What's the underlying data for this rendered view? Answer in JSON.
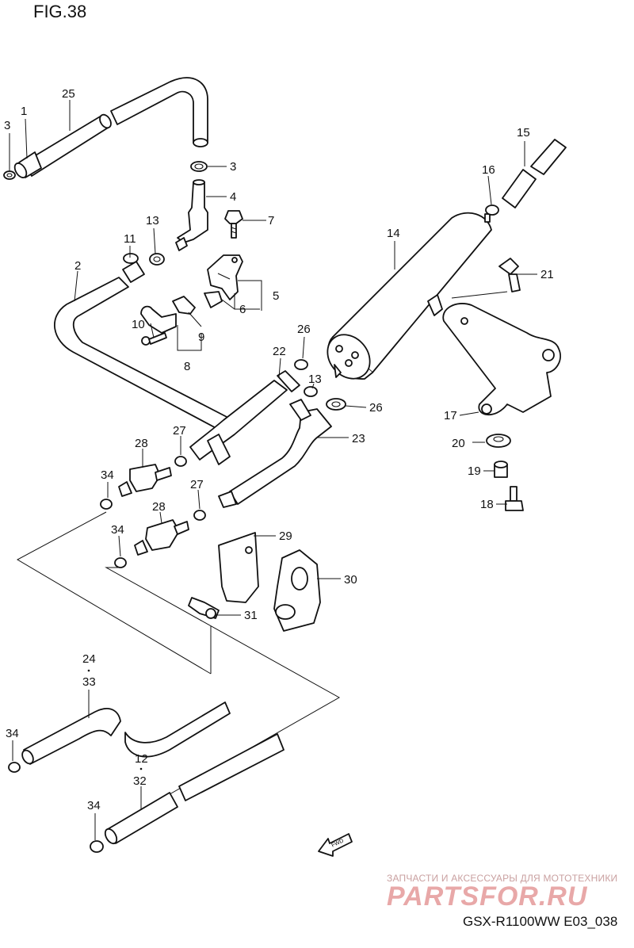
{
  "figure": {
    "title": "FIG.38"
  },
  "footer": {
    "model_code": "GSX-R1100WW  E03_038"
  },
  "watermark": {
    "tagline": "ЗАПЧАСТИ И АКСЕССУАРЫ ДЛЯ МОТОТЕХНИКИ",
    "logo": "PARTSFOR.RU"
  },
  "fwd_arrow": {
    "label": "FWD"
  },
  "callouts": [
    {
      "id": "c3a",
      "text": "3"
    },
    {
      "id": "c1",
      "text": "1"
    },
    {
      "id": "c25",
      "text": "25"
    },
    {
      "id": "c3b",
      "text": "3"
    },
    {
      "id": "c4",
      "text": "4"
    },
    {
      "id": "c7",
      "text": "7"
    },
    {
      "id": "c13a",
      "text": "13"
    },
    {
      "id": "c11",
      "text": "11"
    },
    {
      "id": "c2",
      "text": "2"
    },
    {
      "id": "c5",
      "text": "5"
    },
    {
      "id": "c6",
      "text": "6"
    },
    {
      "id": "c10",
      "text": "10"
    },
    {
      "id": "c9",
      "text": "9"
    },
    {
      "id": "c8",
      "text": "8"
    },
    {
      "id": "c15",
      "text": "15"
    },
    {
      "id": "c16",
      "text": "16"
    },
    {
      "id": "c14",
      "text": "14"
    },
    {
      "id": "c21",
      "text": "21"
    },
    {
      "id": "c26a",
      "text": "26"
    },
    {
      "id": "c22",
      "text": "22"
    },
    {
      "id": "c13b",
      "text": "13"
    },
    {
      "id": "c26b",
      "text": "26"
    },
    {
      "id": "c23",
      "text": "23"
    },
    {
      "id": "c17",
      "text": "17"
    },
    {
      "id": "c20",
      "text": "20"
    },
    {
      "id": "c19",
      "text": "19"
    },
    {
      "id": "c18",
      "text": "18"
    },
    {
      "id": "c28a",
      "text": "28"
    },
    {
      "id": "c27a",
      "text": "27"
    },
    {
      "id": "c34a",
      "text": "34"
    },
    {
      "id": "c27b",
      "text": "27"
    },
    {
      "id": "c28b",
      "text": "28"
    },
    {
      "id": "c34b",
      "text": "34"
    },
    {
      "id": "c29",
      "text": "29"
    },
    {
      "id": "c30",
      "text": "30"
    },
    {
      "id": "c31",
      "text": "31"
    },
    {
      "id": "c24",
      "text": "24"
    },
    {
      "id": "c33",
      "text": "33"
    },
    {
      "id": "c34c",
      "text": "34"
    },
    {
      "id": "c12",
      "text": "12"
    },
    {
      "id": "c32",
      "text": "32"
    },
    {
      "id": "c34d",
      "text": "34"
    }
  ]
}
